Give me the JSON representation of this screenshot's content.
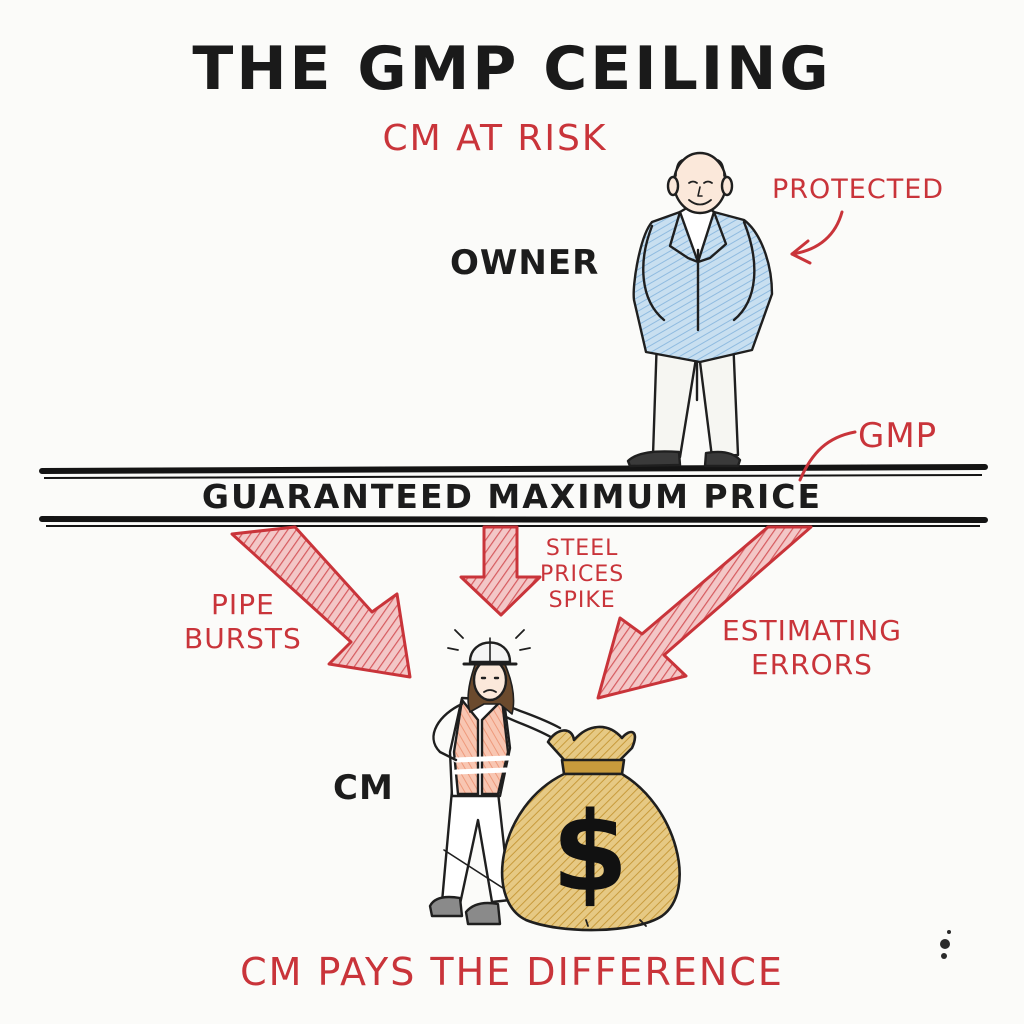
{
  "title": "THE GMP CEILING",
  "subtitle": "CM AT RISK",
  "owner": {
    "label": "OWNER",
    "note": "PROTECTED"
  },
  "ceiling": {
    "short_label": "GMP",
    "full_label": "GUARANTEED MAXIMUM PRICE"
  },
  "risks": [
    {
      "lines": [
        "PIPE",
        "BURSTS"
      ]
    },
    {
      "lines": [
        "STEEL",
        "PRICES",
        "SPIKE"
      ]
    },
    {
      "lines": [
        "ESTIMATING",
        "ERRORS"
      ]
    }
  ],
  "cm": {
    "label": "CM",
    "bag_symbol": "$"
  },
  "conclusion": "CM PAYS THE DIFFERENCE",
  "colors": {
    "accent_red": "#c9343a",
    "ink": "#1c1c1c",
    "owner_jacket": "#a9cbe6",
    "safety_vest": "#f2a98c",
    "money_bag": "#d9b35e"
  }
}
